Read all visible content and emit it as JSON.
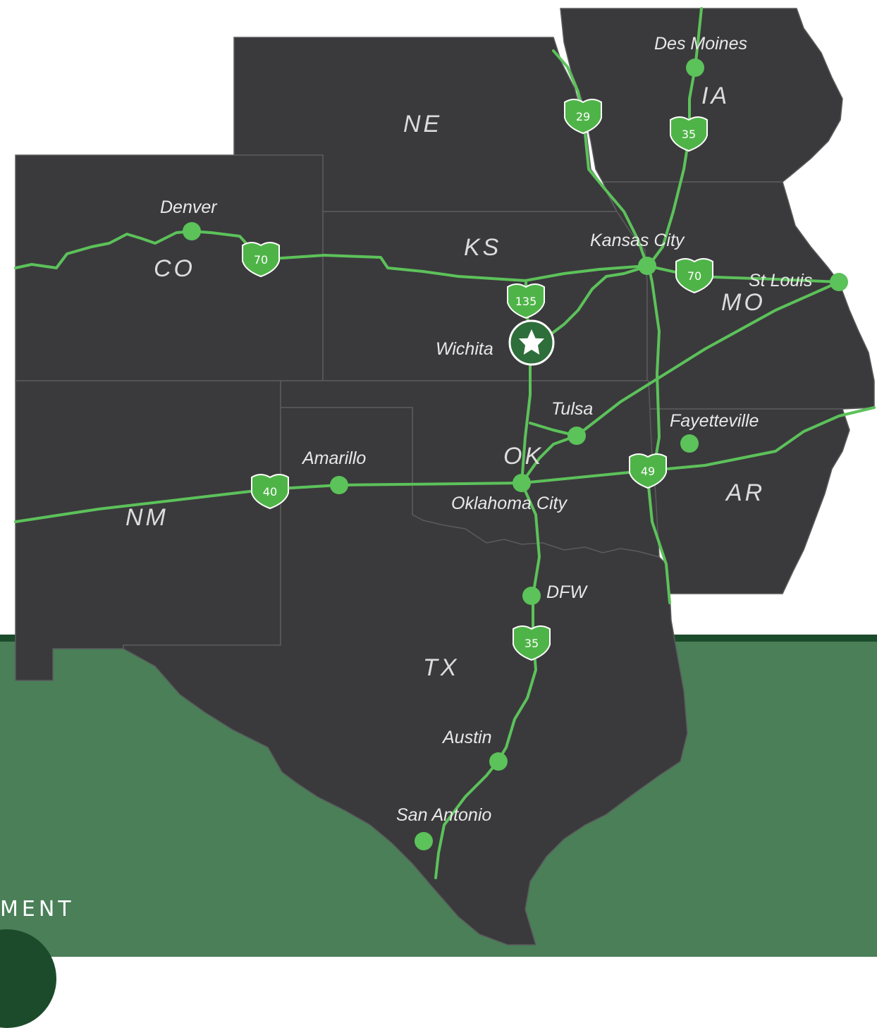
{
  "footer": {
    "text": "MENT"
  },
  "states": [
    {
      "id": "ne",
      "label": "NE"
    },
    {
      "id": "ia",
      "label": "IA"
    },
    {
      "id": "co",
      "label": "CO"
    },
    {
      "id": "ks",
      "label": "KS"
    },
    {
      "id": "mo",
      "label": "MO"
    },
    {
      "id": "ok",
      "label": "OK"
    },
    {
      "id": "nm",
      "label": "NM"
    },
    {
      "id": "ar",
      "label": "AR"
    },
    {
      "id": "tx",
      "label": "TX"
    }
  ],
  "cities": [
    {
      "id": "des-moines",
      "label": "Des Moines"
    },
    {
      "id": "denver",
      "label": "Denver"
    },
    {
      "id": "kansas-city",
      "label": "Kansas City"
    },
    {
      "id": "st-louis",
      "label": "St Louis"
    },
    {
      "id": "wichita",
      "label": "Wichita",
      "hq": true
    },
    {
      "id": "tulsa",
      "label": "Tulsa"
    },
    {
      "id": "fayetteville",
      "label": "Fayetteville"
    },
    {
      "id": "amarillo",
      "label": "Amarillo"
    },
    {
      "id": "oklahoma-city",
      "label": "Oklahoma City"
    },
    {
      "id": "dfw",
      "label": "DFW"
    },
    {
      "id": "austin",
      "label": "Austin"
    },
    {
      "id": "san-antonio",
      "label": "San Antonio"
    }
  ],
  "shields": [
    {
      "id": "i29",
      "number": "29"
    },
    {
      "id": "i35-north",
      "number": "35"
    },
    {
      "id": "i70-west",
      "number": "70"
    },
    {
      "id": "i70-east",
      "number": "70"
    },
    {
      "id": "i135",
      "number": "135"
    },
    {
      "id": "i40",
      "number": "40"
    },
    {
      "id": "i49",
      "number": "49"
    },
    {
      "id": "i35-south",
      "number": "35"
    }
  ],
  "colors": {
    "land": "#3a3a3c",
    "route": "#5cc25a",
    "band": "#4a7f58",
    "band_dark": "#1c4b2c",
    "hq_marker": "#2e6e3a"
  },
  "icons": {
    "hq": "star-icon"
  }
}
